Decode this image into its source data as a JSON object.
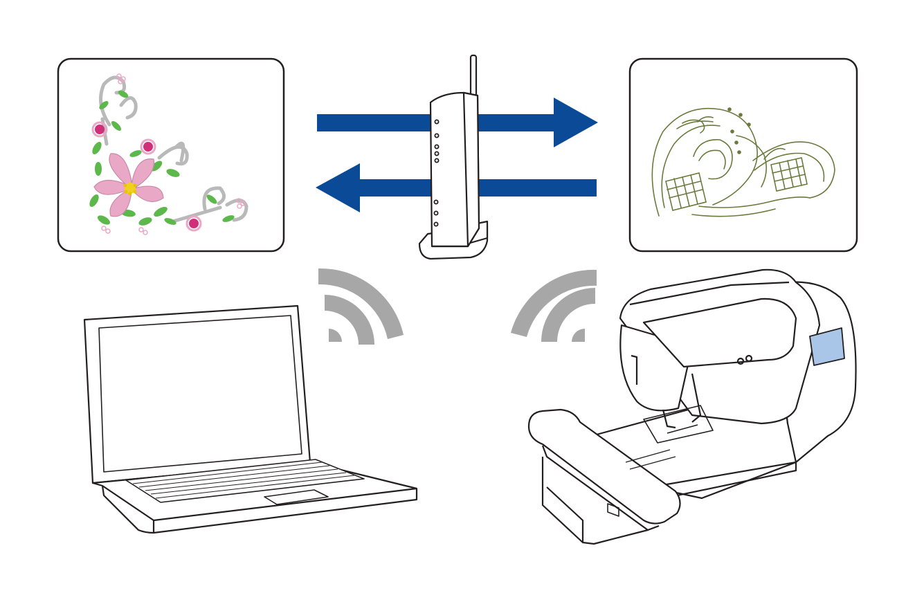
{
  "diagram": {
    "colors": {
      "arrow": "#0a4a97",
      "wifi": "#a7a7a7",
      "outline": "#231f20",
      "card_background": "#ffffff",
      "flower_pink": "#e8a8c6",
      "flower_magenta": "#d0307a",
      "leaf_green": "#5cb84a",
      "scroll_gray": "#b9b9b9",
      "flower_center": "#f0d020",
      "lace_green": "#6a7a3a",
      "screen_blue": "#a9c6e8"
    },
    "nodes": [
      {
        "id": "design-card-floral",
        "icon": "floral-embroidery-design-icon"
      },
      {
        "id": "design-card-lace",
        "icon": "lace-embroidery-design-icon"
      },
      {
        "id": "router",
        "icon": "wireless-router-icon"
      },
      {
        "id": "laptop",
        "icon": "laptop-icon"
      },
      {
        "id": "machine",
        "icon": "embroidery-machine-icon"
      }
    ],
    "connections": [
      {
        "from": "design-card-floral",
        "to": "design-card-lace",
        "icon": "arrow-right-icon"
      },
      {
        "from": "design-card-lace",
        "to": "design-card-floral",
        "icon": "arrow-left-icon"
      },
      {
        "from": "laptop",
        "to": "router",
        "icon": "wifi-signal-icon"
      },
      {
        "from": "machine",
        "to": "router",
        "icon": "wifi-signal-icon"
      }
    ]
  }
}
